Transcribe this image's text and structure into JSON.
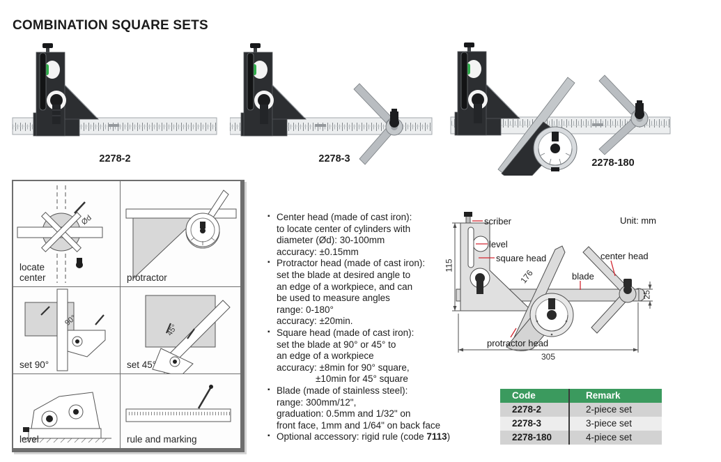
{
  "page": {
    "title": "COMBINATION SQUARE SETS"
  },
  "products": [
    {
      "code": "2278-2"
    },
    {
      "code": "2278-3"
    },
    {
      "code": "2278-180"
    }
  ],
  "usage_grid": {
    "cells": [
      {
        "label": "locate center",
        "annotation": "Ød"
      },
      {
        "label": "protractor"
      },
      {
        "label": "set 90°",
        "annotation": "90°"
      },
      {
        "label": "set 45°",
        "annotation": "45°"
      },
      {
        "label": "level"
      },
      {
        "label": "rule and marking"
      }
    ]
  },
  "specs": {
    "bullet": "▪",
    "lines": [
      "Center head (made of cast iron):",
      "to locate center of cylinders with",
      "diameter (Ød): 30-100mm",
      "accuracy: ±0.15mm",
      "Protractor head (made of cast iron):",
      "set the blade at desired angle to",
      "an edge of a workpiece, and can",
      "be used to measure angles",
      "range: 0-180°",
      "accuracy: ±20min.",
      "Square head (made of cast iron):",
      "set the blade at 90° or 45° to",
      "an edge of a workpiece",
      "accuracy: ±8min for 90° square,",
      "±10min for 45° square",
      "Blade (made of stainless steel):",
      "range: 300mm/12\",",
      "graduation: 0.5mm and 1/32\" on",
      "front face, 1mm and 1/64\" on back face"
    ],
    "optional": {
      "prefix": "Optional accessory: rigid rule (code ",
      "code": "7113",
      "suffix": ")"
    }
  },
  "diagram": {
    "unit": "Unit: mm",
    "labels": {
      "scriber": "scriber",
      "level": "level",
      "square_head": "square head",
      "center_head": "center head",
      "blade": "blade",
      "protractor_head": "protractor head"
    },
    "dims": {
      "height": "115",
      "diagonal": "176",
      "blade_width": "25",
      "length": "305"
    }
  },
  "table": {
    "headers": {
      "code": "Code",
      "remark": "Remark"
    },
    "rows": [
      {
        "code": "2278-2",
        "remark": "2-piece set"
      },
      {
        "code": "2278-3",
        "remark": "3-piece set"
      },
      {
        "code": "2278-180",
        "remark": "4-piece set"
      }
    ]
  },
  "colors": {
    "table_header_green": "#3b9a5e",
    "row_dark": "#d2d2d2",
    "row_light": "#ededed",
    "leader_red": "#d22630",
    "vial_green": "#2fae4a"
  }
}
